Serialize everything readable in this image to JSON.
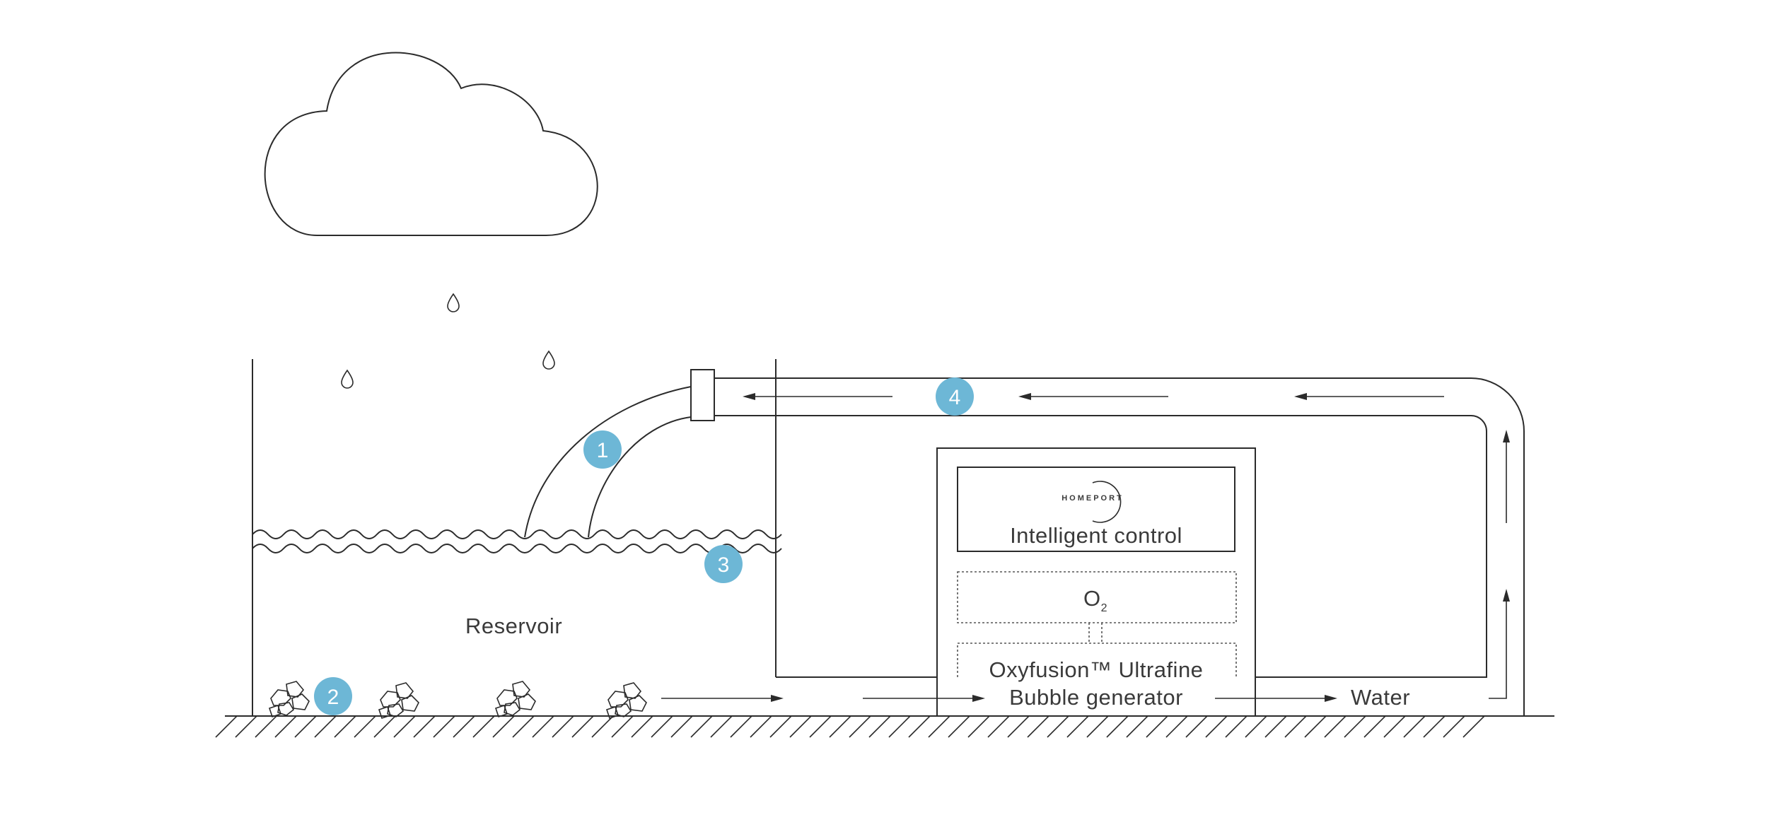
{
  "labels": {
    "reservoir": "Reservoir",
    "intelligent_control": "Intelligent control",
    "o2_main": "O",
    "o2_sub": "2",
    "generator_line1": "Oxyfusion™ Ultrafine",
    "generator_line2": "Bubble generator",
    "water": "Water",
    "logo": "HOMEPORT"
  },
  "badges": [
    {
      "id": "1",
      "label": "1"
    },
    {
      "id": "2",
      "label": "2"
    },
    {
      "id": "3",
      "label": "3"
    },
    {
      "id": "4",
      "label": "4"
    }
  ],
  "colors": {
    "badge": "#6db7d6",
    "line": "#2b2b2b"
  }
}
